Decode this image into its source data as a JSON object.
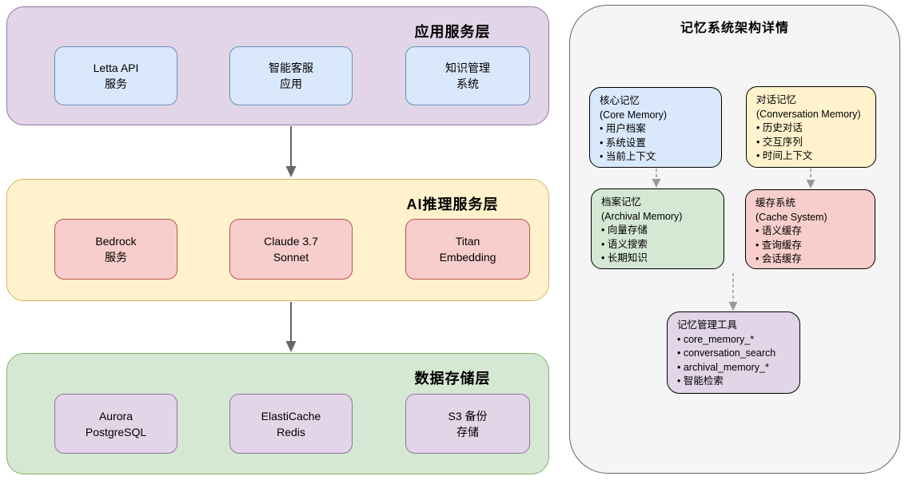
{
  "diagram": {
    "layers": [
      {
        "title": "应用服务层",
        "nodes": [
          "Letta API\n服务",
          "智能客服\n应用",
          "知识管理\n系统"
        ]
      },
      {
        "title": "AI推理服务层",
        "nodes": [
          "Bedrock\n服务",
          "Claude 3.7\nSonnet",
          "Titan\nEmbedding"
        ]
      },
      {
        "title": "数据存储层",
        "nodes": [
          "Aurora\nPostgreSQL",
          "ElastiCache\nRedis",
          "S3 备份\n存储"
        ]
      }
    ]
  },
  "memory_panel": {
    "title": "记忆系统架构详情",
    "nodes": [
      {
        "name": "core-memory",
        "text": "核心记忆\n(Core Memory)\n• 用户档案\n• 系统设置\n• 当前上下文"
      },
      {
        "name": "conversation-memory",
        "text": "对话记忆\n(Conversation Memory)\n• 历史对话\n• 交互序列\n• 时间上下文"
      },
      {
        "name": "archival-memory",
        "text": "档案记忆\n(Archival Memory)\n• 向量存储\n• 语义搜索\n• 长期知识"
      },
      {
        "name": "cache-system",
        "text": "缓存系统\n(Cache System)\n• 语义缓存\n• 查询缓存\n• 会话缓存"
      },
      {
        "name": "memory-tools",
        "text": "记忆管理工具\n• core_memory_*\n• conversation_search\n• archival_memory_*\n• 智能检索"
      }
    ]
  },
  "palette": {
    "purple_fill": "#E1D5E7",
    "purple_stroke": "#9673A6",
    "blue_fill": "#DAE8FC",
    "blue_stroke": "#6C8EBF",
    "yellow_fill": "#FFF2CC",
    "yellow_stroke": "#D6B656",
    "red_fill": "#F8CECC",
    "red_stroke": "#B85450",
    "green_fill": "#D5E8D4",
    "green_stroke": "#82B366",
    "panel_fill": "#F5F5F5",
    "panel_stroke": "#666666",
    "arrow_solid": "#666666",
    "arrow_dashed": "#999999",
    "text": "#000000"
  }
}
